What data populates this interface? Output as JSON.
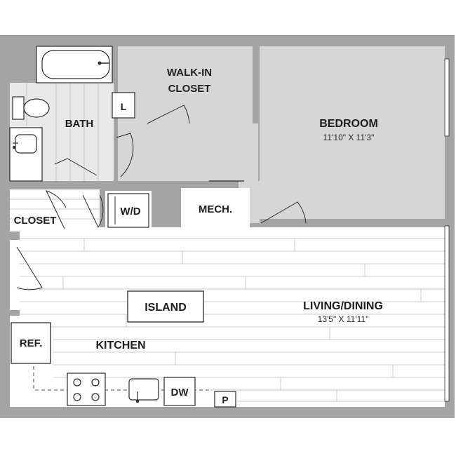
{
  "rooms": {
    "walk_in_closet": {
      "line1": "WALK-IN",
      "line2": "CLOSET"
    },
    "bedroom": {
      "name": "BEDROOM",
      "dimensions": "11'10\" X 11'3\""
    },
    "bath": {
      "name": "BATH"
    },
    "linen": {
      "name": "L"
    },
    "closet": {
      "name": "CLOSET"
    },
    "washer_dryer": {
      "name": "W/D"
    },
    "mech": {
      "name": "MECH."
    },
    "island": {
      "name": "ISLAND"
    },
    "living_dining": {
      "name": "LIVING/DINING",
      "dimensions": "13'5\" X 11'11\""
    },
    "refrigerator": {
      "name": "REF."
    },
    "kitchen": {
      "name": "KITCHEN"
    },
    "dishwasher": {
      "name": "DW"
    },
    "pantry": {
      "name": "P"
    }
  },
  "colors": {
    "wall": "#a4a4a6",
    "carpet": "#d6d6d8",
    "floor": "#ffffff",
    "outline": "#2a2a2a"
  }
}
